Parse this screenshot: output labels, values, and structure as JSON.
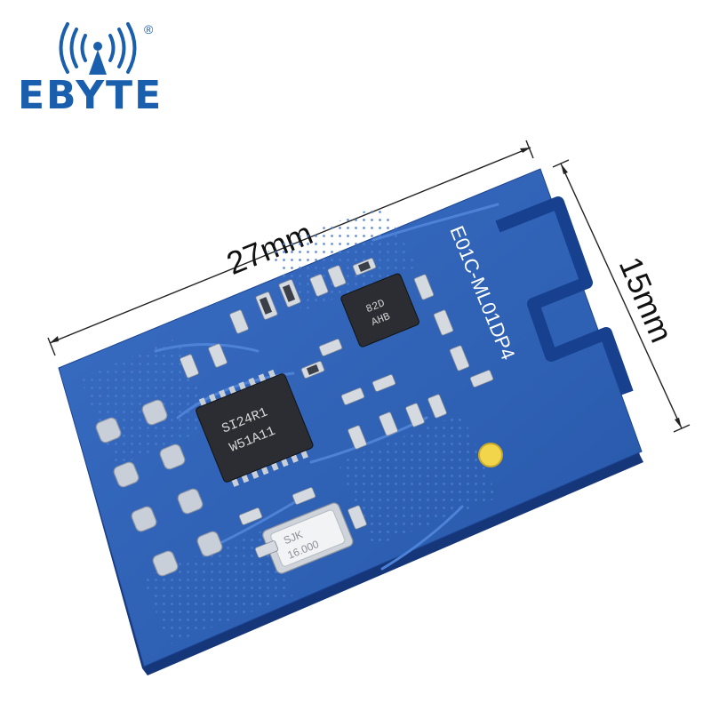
{
  "brand": {
    "name": "EBYTE",
    "registered_mark": "®",
    "color": "#1a5fae"
  },
  "dimensions": {
    "length_label": "27mm",
    "width_label": "15mm"
  },
  "module": {
    "model_label": "E01C-ML01DP4",
    "board_color": "#2a5fb4",
    "main_chip": {
      "line1": "SI24R1",
      "line2": "W51A11"
    },
    "secondary_chip": {
      "line1": "82D",
      "line2": "AHB"
    },
    "crystal": {
      "line1": "SJK",
      "line2": "16.000"
    }
  }
}
